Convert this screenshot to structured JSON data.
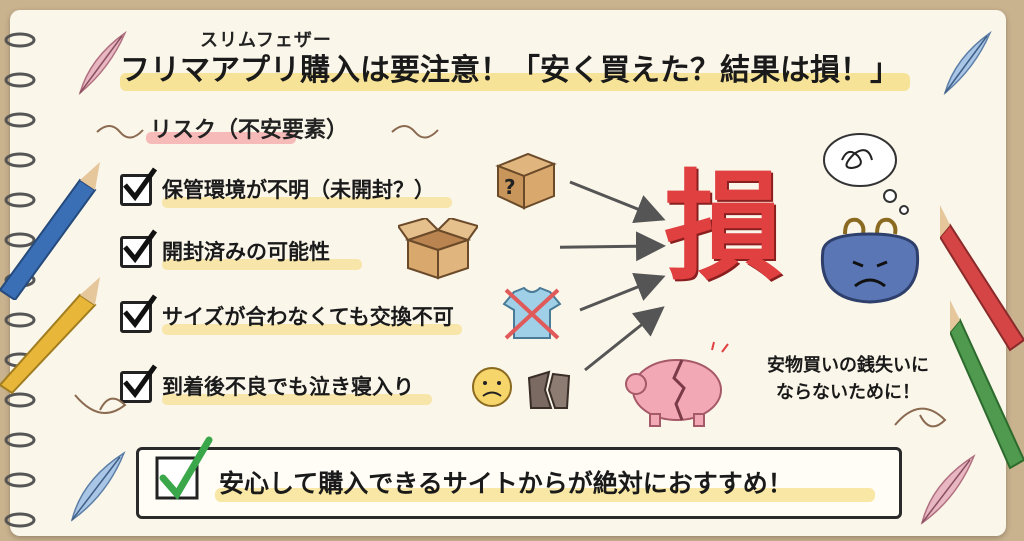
{
  "header": {
    "subtitle": "スリムフェザー",
    "title": "フリマアプリ購入は要注意！「安く買えた？結果は損！」"
  },
  "risk_section": {
    "heading": "リスク（不安要素）",
    "items": [
      {
        "label": "保管環境が不明（未開封？）"
      },
      {
        "label": "開封済みの可能性"
      },
      {
        "label": "サイズが合わなくても交換不可"
      },
      {
        "label": "到着後不良でも泣き寝入り"
      }
    ]
  },
  "result": {
    "kanji": "損"
  },
  "note": {
    "line1": "安物買いの銭失いに",
    "line2": "ならないために！"
  },
  "banner": {
    "text": "安心して購入できるサイトからが絶対におすすめ！"
  },
  "colors": {
    "red": "#e04040",
    "highlight_yellow": "#f6df8a",
    "highlight_pink": "#f4a3a3",
    "check_green": "#3aa84a"
  },
  "icons": [
    "question-box-icon",
    "open-box-icon",
    "crossed-tshirt-icon",
    "sad-face-icon",
    "broken-item-icon",
    "sad-purse-icon",
    "thought-bubble-icon",
    "broken-piggy-bank-icon",
    "pencil-icon",
    "feather-icon",
    "check-icon"
  ]
}
